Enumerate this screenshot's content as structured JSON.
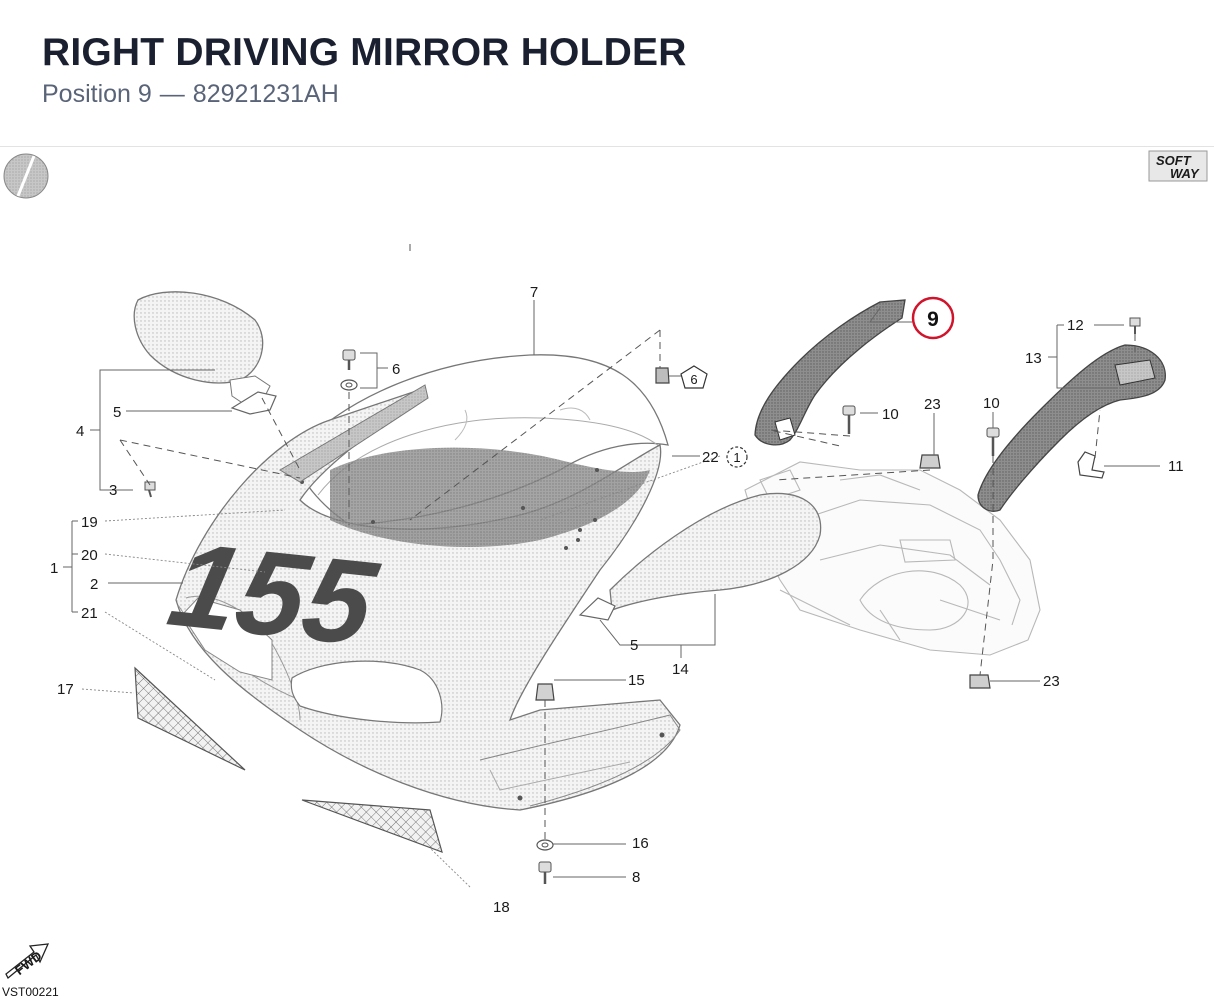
{
  "header": {
    "title": "RIGHT DRIVING MIRROR HOLDER",
    "position_label": "Position 9",
    "separator": "—",
    "part_number": "82921231AH"
  },
  "brand": {
    "line1": "SOFT",
    "line2": "WAY"
  },
  "fwd_label": "FWD",
  "drawing_code": "VST00221",
  "callouts": {
    "c1": "1",
    "c1b": "1",
    "c2": "2",
    "c3": "3",
    "c4": "4",
    "c5a": "5",
    "c5b": "5",
    "c6": "6",
    "c6b": "6",
    "c7": "7",
    "c8": "8",
    "c9": "9",
    "c10a": "10",
    "c10b": "10",
    "c11": "11",
    "c12": "12",
    "c13": "13",
    "c14": "14",
    "c15": "15",
    "c16": "16",
    "c17": "17",
    "c18": "18",
    "c19": "19",
    "c20": "20",
    "c21": "21",
    "c22": "22",
    "c23a": "23",
    "c23b": "23"
  },
  "fairing_number": "155",
  "colors": {
    "highlight": "#d0142c",
    "title": "#1b2030",
    "subtitle": "#5a6478"
  }
}
